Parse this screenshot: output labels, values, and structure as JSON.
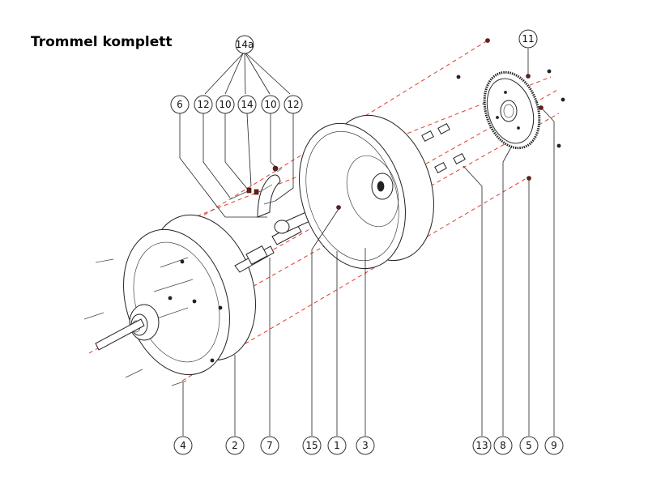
{
  "title": "Trommel komplett",
  "colors": {
    "assembly_line": "#e03a2f",
    "outline": "#222222",
    "background": "#ffffff"
  },
  "callouts": {
    "c14a": "14a",
    "c6": "6",
    "c12a": "12",
    "c10a": "10",
    "c14": "14",
    "c10b": "10",
    "c12b": "12",
    "c11": "11",
    "c4": "4",
    "c2": "2",
    "c7": "7",
    "c15": "15",
    "c1": "1",
    "c3": "3",
    "c13": "13",
    "c8": "8",
    "c5": "5",
    "c9": "9"
  }
}
